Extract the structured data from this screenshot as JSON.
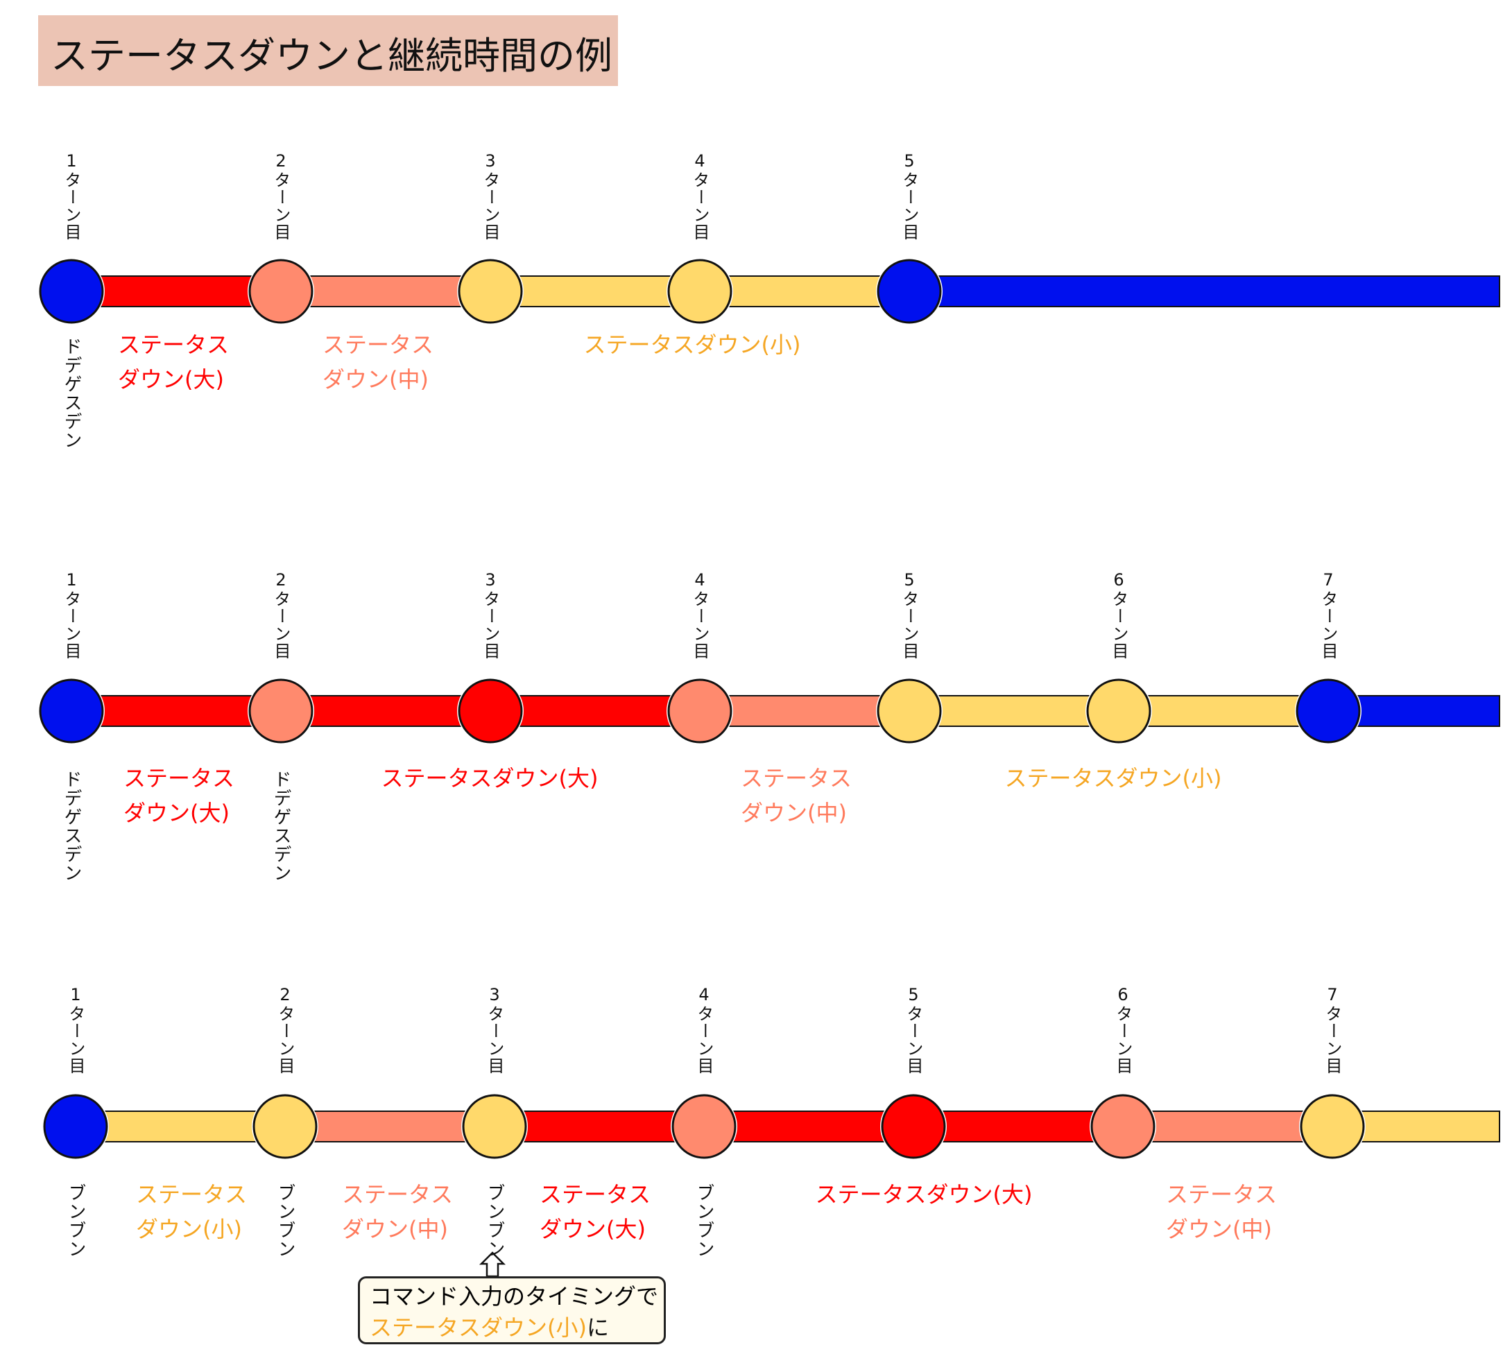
{
  "title": "ステータスダウンと継続時間の例",
  "colors": {
    "large": "#ff0000",
    "medium": "#ff8a6e",
    "small": "#ffd96b",
    "base": "#0010ee",
    "label_large": "#ff0000",
    "label_medium": "#ff7a5c",
    "label_small": "#f5a623",
    "outline": "#111111"
  },
  "rows": [
    {
      "turn_nodes": [
        {
          "turn": "1ターン目",
          "state": "base"
        },
        {
          "turn": "2ターン目",
          "state": "medium"
        },
        {
          "turn": "3ターン目",
          "state": "small"
        },
        {
          "turn": "4ターン目",
          "state": "small"
        },
        {
          "turn": "5ターン目",
          "state": "base"
        }
      ],
      "segments": [
        "large",
        "medium",
        "small",
        "small",
        "base"
      ],
      "moves": [
        {
          "at_turn": 1,
          "text": "ドデゲスデン"
        }
      ],
      "labels": [
        {
          "level": "large",
          "lines": [
            "ステータス",
            "ダウン(大)"
          ]
        },
        {
          "level": "medium",
          "lines": [
            "ステータス",
            "ダウン(中)"
          ]
        },
        {
          "level": "small",
          "lines": [
            "ステータスダウン(小)"
          ]
        }
      ]
    },
    {
      "turn_nodes": [
        {
          "turn": "1ターン目",
          "state": "base"
        },
        {
          "turn": "2ターン目",
          "state": "medium"
        },
        {
          "turn": "3ターン目",
          "state": "large"
        },
        {
          "turn": "4ターン目",
          "state": "medium"
        },
        {
          "turn": "5ターン目",
          "state": "small"
        },
        {
          "turn": "6ターン目",
          "state": "small"
        },
        {
          "turn": "7ターン目",
          "state": "base"
        }
      ],
      "segments": [
        "large",
        "large",
        "large",
        "medium",
        "small",
        "small",
        "base"
      ],
      "moves": [
        {
          "at_turn": 1,
          "text": "ドデゲスデン"
        },
        {
          "at_turn": 2,
          "text": "ドデゲスデン"
        }
      ],
      "labels": [
        {
          "level": "large",
          "lines": [
            "ステータス",
            "ダウン(大)"
          ]
        },
        {
          "level": "large",
          "lines": [
            "ステータスダウン(大)"
          ]
        },
        {
          "level": "medium",
          "lines": [
            "ステータス",
            "ダウン(中)"
          ]
        },
        {
          "level": "small",
          "lines": [
            "ステータスダウン(小)"
          ]
        }
      ]
    },
    {
      "turn_nodes": [
        {
          "turn": "1ターン目",
          "state": "base"
        },
        {
          "turn": "2ターン目",
          "state": "small"
        },
        {
          "turn": "3ターン目",
          "state": "small"
        },
        {
          "turn": "4ターン目",
          "state": "medium"
        },
        {
          "turn": "5ターン目",
          "state": "large"
        },
        {
          "turn": "6ターン目",
          "state": "medium"
        },
        {
          "turn": "7ターン目",
          "state": "small"
        }
      ],
      "segments": [
        "small",
        "medium",
        "large",
        "large",
        "large",
        "medium",
        "small"
      ],
      "moves": [
        {
          "at_turn": 1,
          "text": "ブンブン"
        },
        {
          "at_turn": 2,
          "text": "ブンブン"
        },
        {
          "at_turn": 3,
          "text": "ブンブン"
        },
        {
          "at_turn": 4,
          "text": "ブンブン"
        }
      ],
      "labels": [
        {
          "level": "small",
          "lines": [
            "ステータス",
            "ダウン(小)"
          ]
        },
        {
          "level": "medium",
          "lines": [
            "ステータス",
            "ダウン(中)"
          ]
        },
        {
          "level": "large",
          "lines": [
            "ステータス",
            "ダウン(大)"
          ]
        },
        {
          "level": "large",
          "lines": [
            "ステータスダウン(大)"
          ]
        },
        {
          "level": "medium",
          "lines": [
            "ステータス",
            "ダウン(中)"
          ]
        }
      ]
    }
  ],
  "callout": {
    "line1": "コマンド入力のタイミングで",
    "line2": "ステータスダウン(小)",
    "line2_suffix": "に"
  }
}
